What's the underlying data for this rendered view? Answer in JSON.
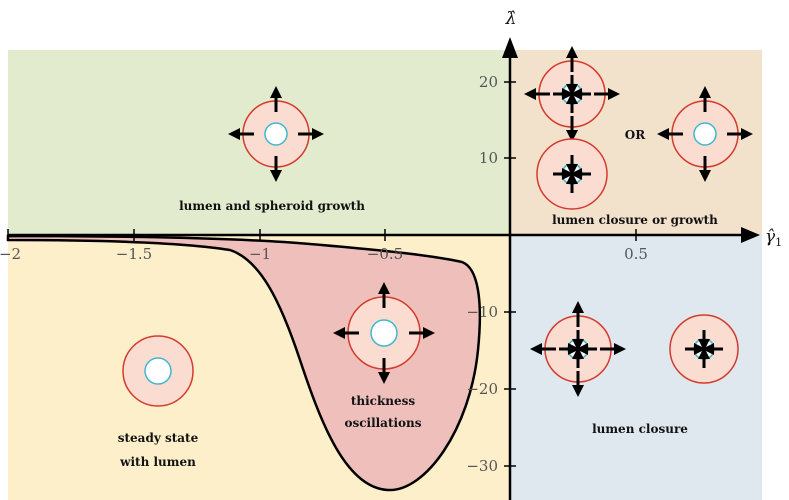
{
  "axes": {
    "x_label": "γ̂",
    "x_label_subscript": "1",
    "y_label": "λ̂",
    "x_ticks": [
      "−2",
      "−1.5",
      "−1",
      "−0.5",
      "0.5"
    ],
    "y_ticks": [
      "20",
      "10",
      "−10",
      "−20",
      "−30"
    ]
  },
  "regions": {
    "top_left": "lumen and spheroid growth",
    "top_right": "lumen closure or growth",
    "top_right_or": "OR",
    "bottom_right": "lumen closure",
    "bottom_left_line1": "steady state",
    "bottom_left_line2": "with lumen",
    "oscillation_line1": "thickness",
    "oscillation_line2": "oscillations"
  },
  "colors": {
    "green_region": "#e2ebce",
    "tan_region": "#f2e2cc",
    "yellow_region": "#fcefc9",
    "blue_region": "#dfe8ef",
    "pink_region": "#efc0bb",
    "cell_fill": "#fbdcd0",
    "cell_outline": "#d43a2e",
    "lumen_outline": "#3fb8cf"
  },
  "icons": {
    "spheroid": "spheroid-cell-icon",
    "arrow": "arrow-icon"
  }
}
